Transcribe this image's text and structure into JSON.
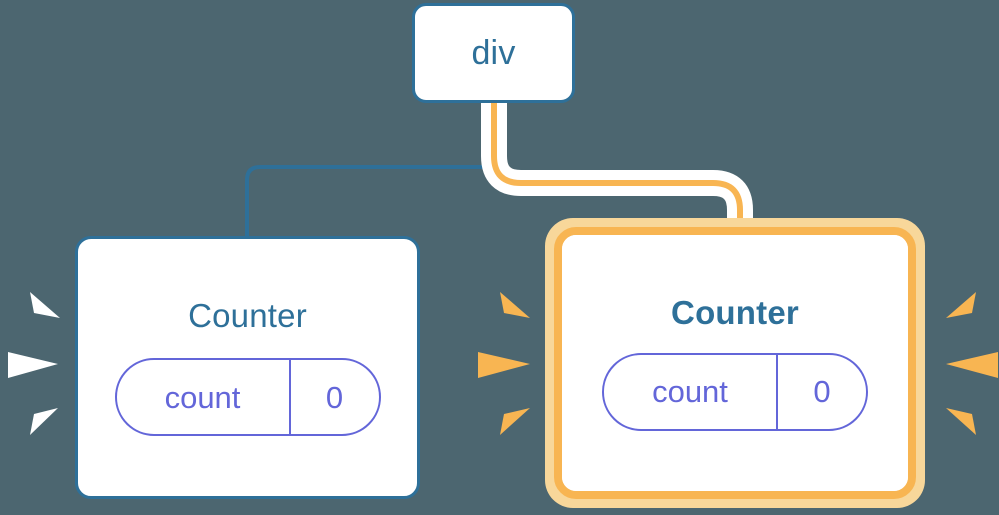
{
  "diagram": {
    "type": "component-tree",
    "background_color": "#4c6670",
    "nodes": [
      {
        "id": "div",
        "label": "div",
        "highlighted": false
      },
      {
        "id": "counter-left",
        "label": "Counter",
        "highlighted": false
      },
      {
        "id": "counter-right",
        "label": "Counter",
        "highlighted": true
      }
    ]
  },
  "root": {
    "label": "div"
  },
  "counter_left": {
    "title": "Counter",
    "state_key": "count",
    "state_value": "0"
  },
  "counter_right": {
    "title": "Counter",
    "state_key": "count",
    "state_value": "0",
    "highlight_color": "#f8b552",
    "highlight_glow_color": "#f8d79a"
  },
  "colors": {
    "background": "#4c6670",
    "node_border": "#2e7099",
    "node_title": "#2e7099",
    "state_pill": "#6366d9",
    "highlight": "#f8b552",
    "highlight_soft": "#f8d79a",
    "wire_blue": "#2e7099",
    "wire_orange": "#f8b552",
    "wire_halo": "#ffffff",
    "sparkle_white": "#ffffff",
    "sparkle_orange": "#f8b552"
  },
  "sparkles": [
    {
      "id": "left-counter-left-burst",
      "color": "#ffffff",
      "rays": 3
    },
    {
      "id": "left-counter-right-burst",
      "color": "#f8b552",
      "rays": 3
    },
    {
      "id": "right-counter-right-burst",
      "color": "#f8b552",
      "rays": 3
    }
  ],
  "wires": [
    {
      "id": "div-to-counter-left",
      "color": "#2e7099",
      "from": "div",
      "to": "counter-left",
      "halo": false
    },
    {
      "id": "div-to-counter-right",
      "color": "#f8b552",
      "from": "div",
      "to": "counter-right",
      "halo": true
    }
  ]
}
